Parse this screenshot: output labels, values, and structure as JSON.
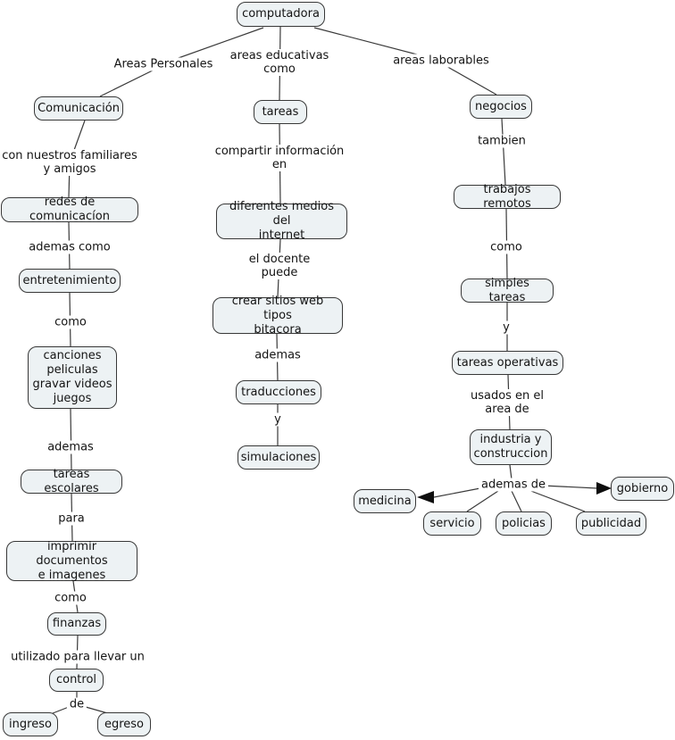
{
  "map_title": "computadora",
  "colors": {
    "node_fill": "#edf2f4",
    "node_border": "#383838",
    "line": "#3a3a3a",
    "arrowhead": "#0e0e0e",
    "text": "#141414",
    "background": "#ffffff"
  },
  "nodes": {
    "computadora": {
      "label": "computadora"
    },
    "comunicacion": {
      "label": "Comunicación"
    },
    "tareas": {
      "label": "tareas"
    },
    "negocios": {
      "label": "negocios"
    },
    "redes": {
      "label": "redes de comunicacíon"
    },
    "entretenimiento": {
      "label": "entretenimiento"
    },
    "canciones": {
      "label": "canciones\npeliculas\ngravar videos\njuegos"
    },
    "tareas_escolares": {
      "label": "tareas escolares"
    },
    "imprimir": {
      "label": "imprimir documentos\ne imagenes"
    },
    "finanzas": {
      "label": "finanzas"
    },
    "control": {
      "label": "control"
    },
    "ingreso": {
      "label": "ingreso"
    },
    "egreso": {
      "label": "egreso"
    },
    "diferentes_medios": {
      "label": "diferentes medios del\ninternet"
    },
    "crear_sitios": {
      "label": "crear sitios web tipos\nbitacora"
    },
    "traducciones": {
      "label": "traducciones"
    },
    "simulaciones": {
      "label": "simulaciones"
    },
    "trabajos_remotos": {
      "label": "trabajos remotos"
    },
    "simples_tareas": {
      "label": "simples tareas"
    },
    "tareas_operativas": {
      "label": "tareas operativas"
    },
    "industria": {
      "label": "industria y\nconstruccion"
    },
    "medicina": {
      "label": "medicina"
    },
    "gobierno": {
      "label": "gobierno"
    },
    "servicio": {
      "label": "servicio"
    },
    "policias": {
      "label": "policias"
    },
    "publicidad": {
      "label": "publicidad"
    }
  },
  "labels": {
    "areas_personales": {
      "text": "Areas Personales"
    },
    "areas_educativas": {
      "text": "areas educativas\ncomo"
    },
    "areas_laborables": {
      "text": "areas laborables"
    },
    "con_nuestros": {
      "text": "con nuestros familiares\ny amigos"
    },
    "compartir": {
      "text": "compartir información\nen"
    },
    "tambien": {
      "text": "tambien"
    },
    "ademas_como": {
      "text": "ademas como"
    },
    "el_docente": {
      "text": "el docente\npuede"
    },
    "como_right": {
      "text": "como"
    },
    "como_left_1": {
      "text": "como"
    },
    "y_middle": {
      "text": "y"
    },
    "y_right": {
      "text": "y"
    },
    "ademas_left": {
      "text": "ademas"
    },
    "ademas_middle": {
      "text": "ademas"
    },
    "usados": {
      "text": "usados en el\narea de"
    },
    "para": {
      "text": "para"
    },
    "como_left_2": {
      "text": "como"
    },
    "utilizado": {
      "text": "utilizado para llevar un"
    },
    "de": {
      "text": "de"
    },
    "ademas_de": {
      "text": "ademas de"
    }
  },
  "connections": [
    {
      "from": "computadora",
      "phrase": "Areas Personales",
      "to": "Comunicación"
    },
    {
      "from": "computadora",
      "phrase": "areas educativas como",
      "to": "tareas"
    },
    {
      "from": "computadora",
      "phrase": "areas laborables",
      "to": "negocios"
    },
    {
      "from": "Comunicación",
      "phrase": "con nuestros familiares y amigos",
      "to": "redes de comunicacíon"
    },
    {
      "from": "redes de comunicacíon",
      "phrase": "ademas como",
      "to": "entretenimiento"
    },
    {
      "from": "entretenimiento",
      "phrase": "como",
      "to": "canciones peliculas gravar videos juegos"
    },
    {
      "from": "canciones peliculas gravar videos juegos",
      "phrase": "ademas",
      "to": "tareas escolares"
    },
    {
      "from": "tareas escolares",
      "phrase": "para",
      "to": "imprimir documentos e imagenes"
    },
    {
      "from": "imprimir documentos e imagenes",
      "phrase": "como",
      "to": "finanzas"
    },
    {
      "from": "finanzas",
      "phrase": "utilizado para llevar un",
      "to": "control"
    },
    {
      "from": "control",
      "phrase": "de",
      "to": "ingreso"
    },
    {
      "from": "control",
      "phrase": "de",
      "to": "egreso"
    },
    {
      "from": "tareas",
      "phrase": "compartir información en",
      "to": "diferentes medios del internet"
    },
    {
      "from": "diferentes medios del internet",
      "phrase": "el docente puede",
      "to": "crear sitios web tipos bitacora"
    },
    {
      "from": "crear sitios web tipos bitacora",
      "phrase": "ademas",
      "to": "traducciones"
    },
    {
      "from": "traducciones",
      "phrase": "y",
      "to": "simulaciones"
    },
    {
      "from": "negocios",
      "phrase": "tambien",
      "to": "trabajos remotos"
    },
    {
      "from": "trabajos remotos",
      "phrase": "como",
      "to": "simples tareas"
    },
    {
      "from": "simples tareas",
      "phrase": "y",
      "to": "tareas operativas"
    },
    {
      "from": "tareas operativas",
      "phrase": "usados en el area de",
      "to": "industria y construccion"
    },
    {
      "from": "industria y construccion",
      "phrase": "ademas de",
      "to": "medicina",
      "arrow": true
    },
    {
      "from": "industria y construccion",
      "phrase": "ademas de",
      "to": "gobierno",
      "arrow": true
    },
    {
      "from": "industria y construccion",
      "phrase": "ademas de",
      "to": "servicio"
    },
    {
      "from": "industria y construccion",
      "phrase": "ademas de",
      "to": "policias"
    },
    {
      "from": "industria y construccion",
      "phrase": "ademas de",
      "to": "publicidad"
    }
  ]
}
